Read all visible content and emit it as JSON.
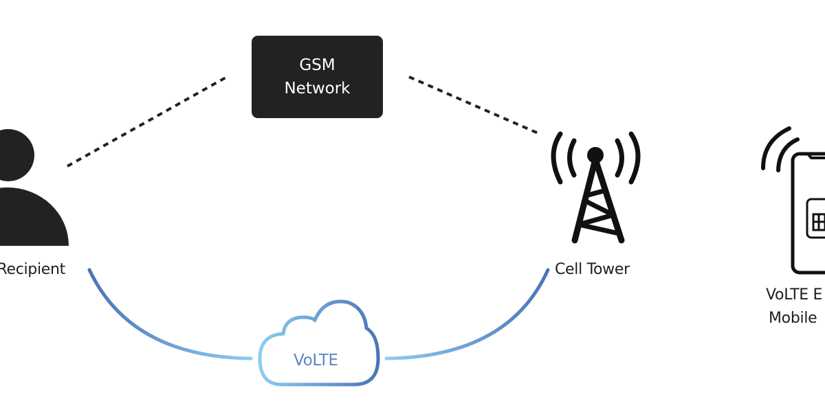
{
  "network_box": {
    "line1": "GSM",
    "line2": "Network"
  },
  "recipient": {
    "label": "Recipient",
    "icon": "person-icon"
  },
  "tower": {
    "label": "Cell Tower",
    "icon": "cell-tower-icon"
  },
  "phone": {
    "line1": "VoLTE E",
    "line2": "Mobile",
    "icon": "smartphone-sim-icon"
  },
  "cloud": {
    "label": "VoLTE",
    "icon": "cloud-icon"
  },
  "colors": {
    "dark": "#222222",
    "blue_dark": "#4a74b8",
    "blue_light": "#8dcdf0"
  }
}
